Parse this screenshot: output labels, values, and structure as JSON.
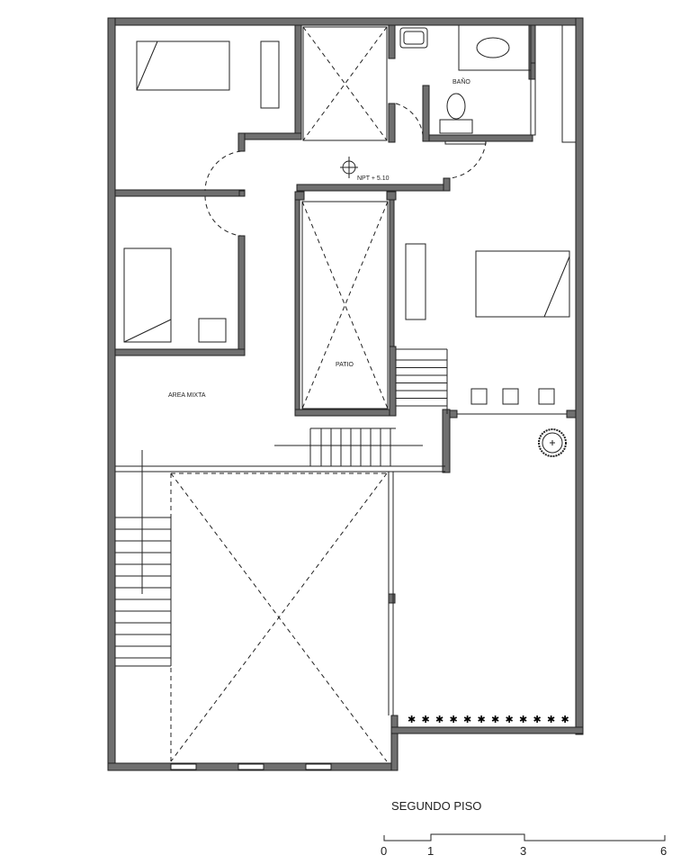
{
  "plan": {
    "title": "SEGUNDO PISO",
    "labels": {
      "bath": "BAÑO",
      "level": "NPT + 5.10",
      "patio": "PATIO",
      "mixed_area": "AREA MIXTA"
    },
    "scale_bar": {
      "ticks": [
        "0",
        "1",
        "3",
        "6"
      ]
    }
  },
  "colors": {
    "wall": "#6f6f6f",
    "line": "#222222"
  }
}
